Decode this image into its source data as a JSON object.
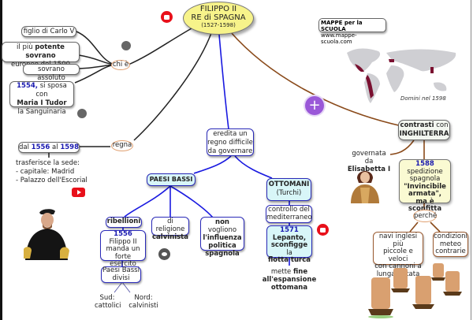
{
  "title": {
    "line1": "FILIPPO II",
    "line2": "RE di SPAGNA",
    "dates": "(1527-1598)"
  },
  "brand": {
    "name": "MAPPE per la SCUOLA",
    "url": "www.mappe-scuola.com"
  },
  "map": {
    "caption": "Domini nel 1598"
  },
  "colors": {
    "root_fill": "#f7f38a",
    "blue_link": "#1a1ae0",
    "brown_link": "#8a4a1a",
    "black_link": "#222222",
    "year_text": "#1a1ab0",
    "add_button": "#9a58d8",
    "youtube": "#e8101a"
  },
  "chi_e": {
    "label": "chi è",
    "items": {
      "figlio": "figlio di Carlo V",
      "potente_pre": "il più ",
      "potente_bold": "potente sovrano",
      "potente_post": "europeo del 1500",
      "assoluto": "sovrano assoluto",
      "sposa_year": "1554,",
      "sposa_text": " si sposa con",
      "sposa_bold": "Maria I Tudor",
      "sposa_post": "la Sanguinaria"
    }
  },
  "regna": {
    "label": "regna",
    "period_pre": "dal ",
    "period_y1": "1556",
    "period_mid": " al ",
    "period_y2": "1598",
    "sede_line1": "trasferisce la sede:",
    "sede_line2": "- capitale: Madrid",
    "sede_line3": "- Palazzo dell'Escorial"
  },
  "eredita": {
    "line1": "eredita un",
    "line2": "regno difficile",
    "line3": "da governare"
  },
  "paesi_bassi": {
    "label": "PAESI BASSI",
    "ribellioni": "ribellioni",
    "esercito_year": "1556",
    "esercito_l1": "Filippo II",
    "esercito_l2": "manda un",
    "esercito_l3": "forte esercito",
    "divisi_l1": "Paesi Bassi",
    "divisi_l2": "divisi",
    "sud_l1": "Sud:",
    "sud_l2": "cattolici",
    "nord_l1": "Nord:",
    "nord_l2": "calvinisti",
    "religione_l1": "di religione",
    "religione_l2": "calvinista",
    "influenza_bold1": "non",
    "influenza_rest": " vogliono",
    "influenza_l2": "l'influenza",
    "influenza_l3": "politica",
    "influenza_l4": "spagnola"
  },
  "ottomani": {
    "label": "OTTOMANI",
    "sub": "(Turchi)",
    "controllo_l1": "controllo del",
    "controllo_l2": "mediterraneo",
    "lepanto_year": "1571",
    "lepanto_l1": "Lepanto,",
    "lepanto_l2b": "sconfigge",
    "lepanto_l2": " la",
    "lepanto_l3": "flotta turca",
    "fine_pre": "mette ",
    "fine_bold": "fine",
    "fine_l2": "all'espansione",
    "fine_l3": "ottomana"
  },
  "inghilterra": {
    "label_bold": "contrasti",
    "label_rest": " con",
    "label_l2": "INGHILTERRA",
    "governata_l1": "governata da",
    "governata_l2": "Elisabetta I",
    "armata_year": "1588",
    "armata_l1": "spedizione",
    "armata_l2": "spagnola",
    "armata_l3": "\"Invincibile",
    "armata_l4": "armata\",",
    "armata_l5": "ma è sconfitta",
    "perche": "perché",
    "navi_l1": "navi inglesi più",
    "navi_l2": "piccole e veloci",
    "navi_l3": "con cannoni a",
    "navi_l4": "lunga gittata",
    "meteo_l1": "condizioni",
    "meteo_l2": "meteo",
    "meteo_l3": "contrarie"
  },
  "icons": {
    "add": "+",
    "attachment": "🔗"
  }
}
